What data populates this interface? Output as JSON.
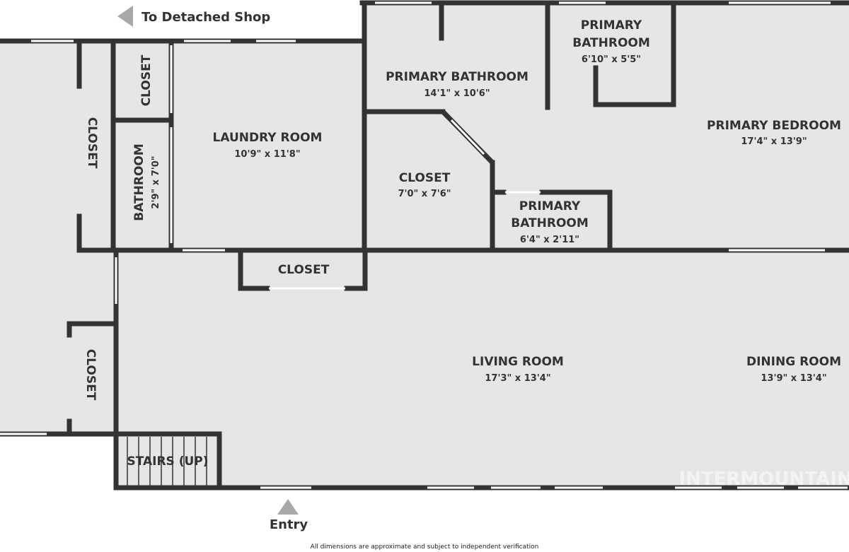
{
  "rooms": {
    "laundry": {
      "name": "LAUNDRY ROOM",
      "dim": "10'9\" x 11'8\""
    },
    "primary_bath_main": {
      "name": "PRIMARY BATHROOM",
      "dim": "14'1\" x 10'6\""
    },
    "primary_bath_top_line1": "PRIMARY",
    "primary_bath_top_line2": "BATHROOM",
    "primary_bath_top_dim": "6'10\" x 5'5\"",
    "primary_bedroom": {
      "name": "PRIMARY BEDROOM",
      "dim": "17'4\" x 13'9\""
    },
    "walk_closet": {
      "name": "CLOSET",
      "dim": "7'0\" x 7'6\""
    },
    "primary_bath_small_line1": "PRIMARY",
    "primary_bath_small_line2": "BATHROOM",
    "primary_bath_small_dim": "6'4\" x 2'11\"",
    "bathroom_side": {
      "name": "BATHROOM",
      "dim": "2'9\" x 7'0\""
    },
    "closet_top_small": "CLOSET",
    "closet_left_upper": "CLOSET",
    "closet_left_lower": "CLOSET",
    "closet_hall": "CLOSET",
    "living": {
      "name": "LIVING ROOM",
      "dim": "17'3\" x 13'4\""
    },
    "dining": {
      "name": "DINING ROOM",
      "dim": "13'9\" x 13'4\""
    },
    "stairs": "STAIRS (UP)"
  },
  "labels": {
    "to_shop": "To Detached Shop",
    "entry": "Entry"
  },
  "footer": "All dimensions are approximate and subject to independent verification",
  "watermark": "INTERMOUNTAIN",
  "colors": {
    "floor": "#e6e6e6",
    "wall": "#333333",
    "window": "#ffffff",
    "arrow": "#a8a8a8"
  }
}
